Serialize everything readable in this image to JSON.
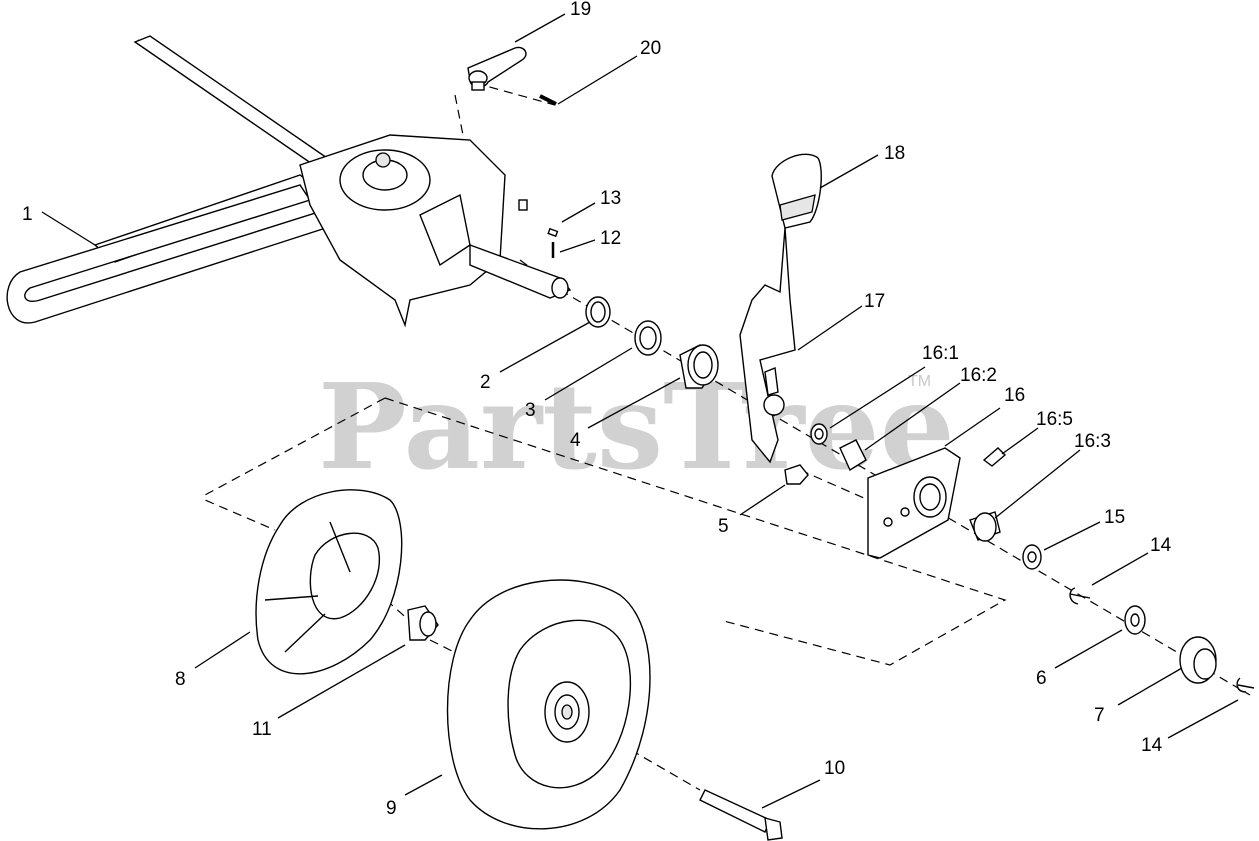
{
  "watermark": {
    "text": "PartsTree",
    "trademark": "TM"
  },
  "callouts": [
    {
      "id": "c1",
      "label": "1"
    },
    {
      "id": "c2",
      "label": "2"
    },
    {
      "id": "c3",
      "label": "3"
    },
    {
      "id": "c4",
      "label": "4"
    },
    {
      "id": "c5",
      "label": "5"
    },
    {
      "id": "c6",
      "label": "6"
    },
    {
      "id": "c7",
      "label": "7"
    },
    {
      "id": "c8",
      "label": "8"
    },
    {
      "id": "c9",
      "label": "9"
    },
    {
      "id": "c10",
      "label": "10"
    },
    {
      "id": "c11",
      "label": "11"
    },
    {
      "id": "c12",
      "label": "12"
    },
    {
      "id": "c13",
      "label": "13"
    },
    {
      "id": "c14a",
      "label": "14"
    },
    {
      "id": "c14b",
      "label": "14"
    },
    {
      "id": "c15",
      "label": "15"
    },
    {
      "id": "c16",
      "label": "16"
    },
    {
      "id": "c16_1",
      "label": "16:1"
    },
    {
      "id": "c16_2",
      "label": "16:2"
    },
    {
      "id": "c16_3",
      "label": "16:3"
    },
    {
      "id": "c16_5",
      "label": "16:5"
    },
    {
      "id": "c17",
      "label": "17"
    },
    {
      "id": "c18",
      "label": "18"
    },
    {
      "id": "c19",
      "label": "19"
    },
    {
      "id": "c20",
      "label": "20"
    }
  ]
}
